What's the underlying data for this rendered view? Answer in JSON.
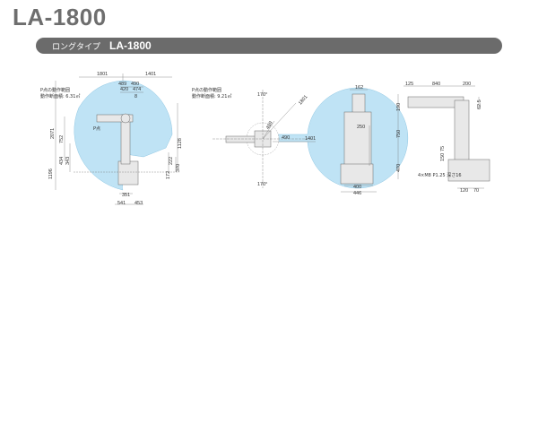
{
  "header": {
    "title": "LA-1800"
  },
  "banner": {
    "jp_label": "ロングタイプ",
    "model": "LA-1800"
  },
  "side_view": {
    "range_label": "P点の動作範囲",
    "area_label": "動作断面積: 6.31㎡",
    "point_label": "P点",
    "dims": {
      "w1801": "1801",
      "w1401": "1401",
      "w489": "489",
      "w490": "490",
      "w420": "420",
      "w474": "474",
      "w8": "8",
      "h2071": "2071",
      "h752": "752",
      "h434": "434",
      "h343": "343",
      "h1196": "1196",
      "h1128": "1128",
      "h222": "222",
      "h370": "370",
      "h172": "172",
      "w351": "351",
      "w541": "541",
      "w453": "453"
    }
  },
  "top_view": {
    "range_label": "P点の動作範囲",
    "area_label": "動作断面積: 9.21㎡",
    "dims": {
      "a170t": "170°",
      "a170b": "170°",
      "r1801": "1801",
      "r489": "489",
      "r490": "490",
      "r1401": "1401"
    }
  },
  "front_view": {
    "dims": {
      "w162": "162",
      "h250": "250",
      "w400": "400",
      "w446": "446"
    }
  },
  "right_view": {
    "dims": {
      "w125": "125",
      "w840": "840",
      "w200": "200",
      "h190": "190",
      "h750": "750",
      "h470": "470",
      "h625": "62.5",
      "h150": "150",
      "h75": "75",
      "w120": "120",
      "w70": "70"
    },
    "hole_note": "4×M8 P1.25 深さ16"
  },
  "colors": {
    "range_fill": "#bfe3f5",
    "banner": "#6b6b6b"
  }
}
